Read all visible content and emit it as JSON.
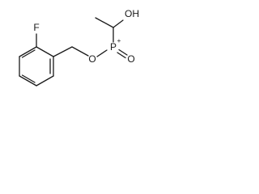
{
  "atoms": {
    "fluorine": "F",
    "ether_oxygen": "O",
    "phosphorus": "P",
    "phosphorus_charge": "+",
    "oxo_oxygen": "O",
    "hydroxyl": "OH"
  },
  "colors": {
    "bond": "#1a1a1a",
    "background": "#ffffff"
  }
}
